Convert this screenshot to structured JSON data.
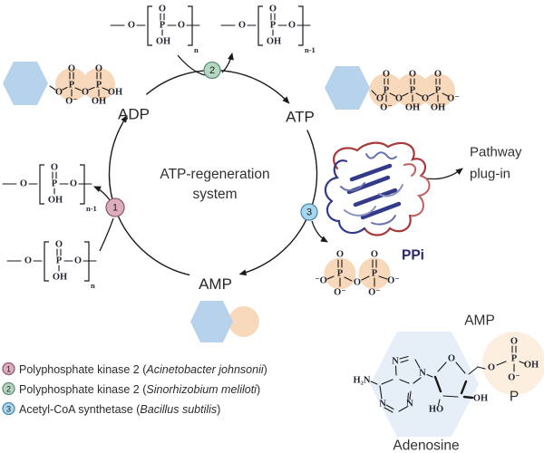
{
  "labels": {
    "adp": "ADP",
    "atp": "ATP",
    "amp": "AMP",
    "center_line1": "ATP-regeneration",
    "center_line2": "system",
    "pathway_line1": "Pathway",
    "pathway_line2": "plug-in",
    "ppi": "PPi",
    "amp_detail": "AMP",
    "phosphate": "P",
    "adenosine": "Adenosine"
  },
  "atoms": {
    "o": "O",
    "p": "P",
    "oh": "OH",
    "ho": "HO",
    "o_minus": "O⁻",
    "minus_o": "⁻O",
    "h2n": "H₂N",
    "n": "N",
    "sub_n": "n",
    "sub_n_minus_1": "n-1"
  },
  "nodes": [
    {
      "num": "1",
      "fill": "#dcadbc",
      "stroke": "#8e5a74"
    },
    {
      "num": "2",
      "fill": "#b6d7c2",
      "stroke": "#5f8f77"
    },
    {
      "num": "3",
      "fill": "#a7d7f0",
      "stroke": "#4f88ad"
    }
  ],
  "legend": [
    {
      "num": "1",
      "enzyme": "Polyphosphate kinase 2 (",
      "species": "Acinetobacter johnsonii",
      "close": ")"
    },
    {
      "num": "2",
      "enzyme": "Polyphosphate kinase 2 (",
      "species": "Sinorhizobium meliloti",
      "close": ")"
    },
    {
      "num": "3",
      "enzyme": "Acetyl-CoA synthetase (",
      "species": "Bacillus subtilis",
      "close": ")"
    }
  ],
  "colors": {
    "hexagon_blue": "#b7d3ec",
    "hexagon_pale_blue": "#d9e6f4",
    "phosphate_orange": "#f8d8ba",
    "phosphate_pale_orange": "#fbe9d5",
    "node1": "#dcadbc",
    "node2": "#b6d7c2",
    "node3": "#a7d7f0",
    "ppi_text": "#28286a",
    "line": "#1a1a1a",
    "protein_blue": "#343a8a",
    "protein_red": "#a83a3a"
  }
}
